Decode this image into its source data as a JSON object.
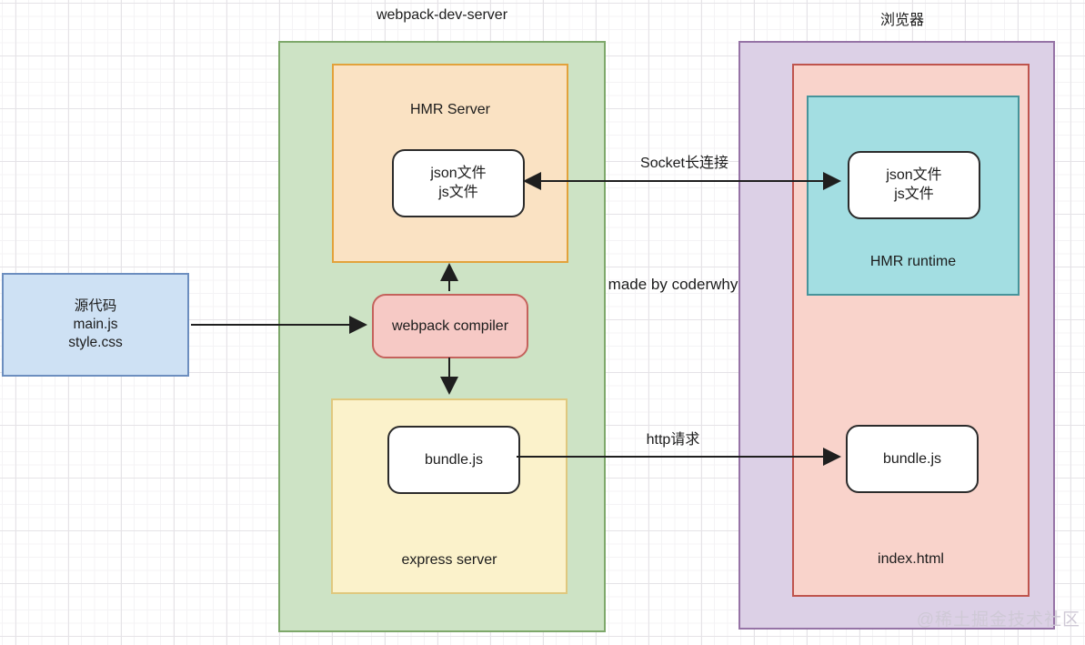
{
  "webpack_dev_server": {
    "title": "webpack-dev-server",
    "hmr_server": {
      "label": "HMR Server",
      "files": "json文件\njs文件"
    },
    "compiler": {
      "label": "webpack compiler"
    },
    "express": {
      "label": "express server",
      "bundle": "bundle.js"
    }
  },
  "browser": {
    "title": "浏览器",
    "hmr_runtime": {
      "label": "HMR runtime",
      "files": "json文件\njs文件"
    },
    "bundle": "bundle.js",
    "page_label": "index.html"
  },
  "source": {
    "label": "源代码\nmain.js\nstyle.css"
  },
  "arrows": {
    "socket_label": "Socket长连接",
    "http_label": "http请求"
  },
  "annotations": {
    "made_by": "made by coderwhy",
    "watermark": "@稀土掘金技术社区"
  },
  "colors": {
    "server_group_fill": "#CDE3C5",
    "server_group_border": "#7EA86B",
    "hmr_server_fill": "#FAE2C3",
    "hmr_server_border": "#E2A23B",
    "compiler_fill": "#F6C9C5",
    "compiler_border": "#C4625C",
    "express_fill": "#FBF2CB",
    "express_border": "#DFC87E",
    "source_fill": "#CEE1F4",
    "source_border": "#6C8EBF",
    "browser_group_fill": "#DCD0E6",
    "browser_group_border": "#9673A6",
    "page_fill": "#F9D3CB",
    "page_border": "#BF544D",
    "runtime_fill": "#A3DEE2",
    "runtime_border": "#47949B",
    "arrow": "#1F1F1F"
  }
}
